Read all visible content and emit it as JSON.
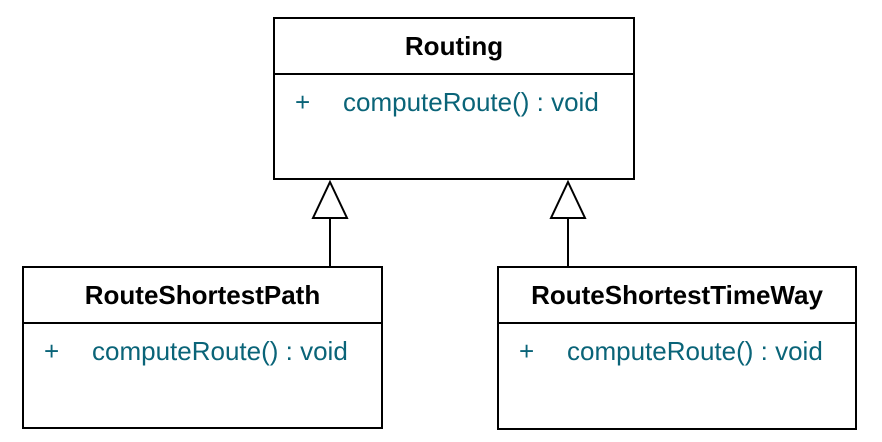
{
  "diagram": {
    "kind": "uml-class-diagram",
    "background": "#ffffff",
    "colors": {
      "box_border": "#000000",
      "box_fill": "#ffffff",
      "class_name_text": "#000000",
      "member_text": "#0a6478"
    },
    "classes": [
      {
        "name": "Routing",
        "methods": [
          {
            "visibility": "+",
            "signature": "computeRoute() : void"
          }
        ]
      },
      {
        "name": "RouteShortestPath",
        "methods": [
          {
            "visibility": "+",
            "signature": "computeRoute() : void"
          }
        ]
      },
      {
        "name": "RouteShortestTimeWay",
        "methods": [
          {
            "visibility": "+",
            "signature": "computeRoute() : void"
          }
        ]
      }
    ],
    "relationships": [
      {
        "type": "generalization",
        "from": "RouteShortestPath",
        "to": "Routing"
      },
      {
        "type": "generalization",
        "from": "RouteShortestTimeWay",
        "to": "Routing"
      }
    ]
  }
}
